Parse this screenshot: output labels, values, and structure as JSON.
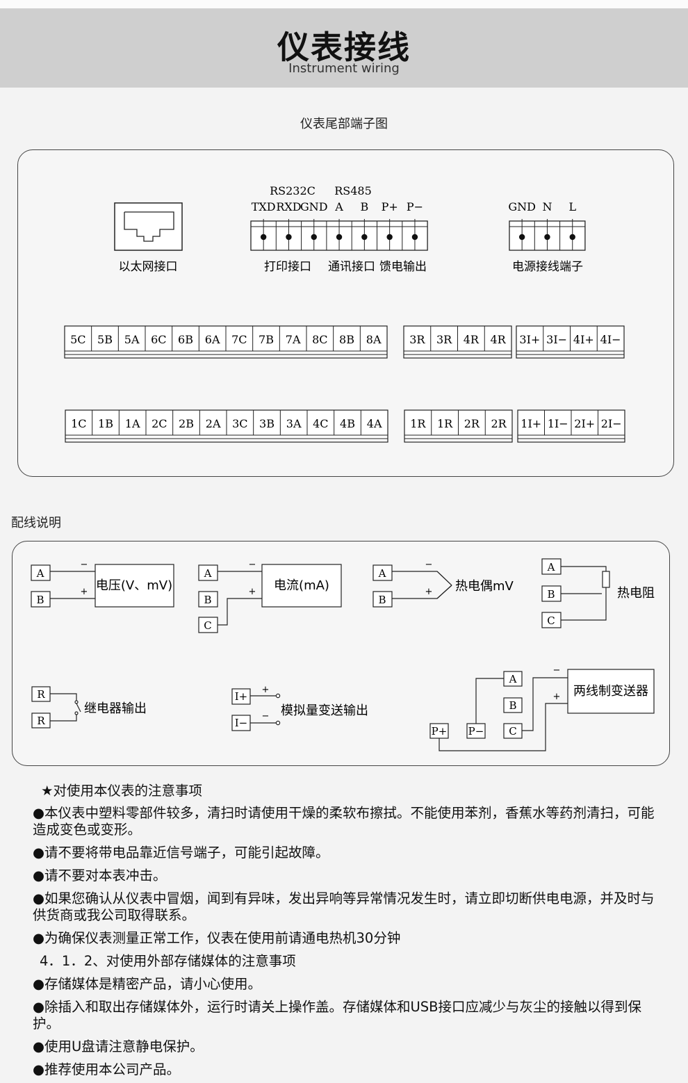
{
  "header": {
    "title": "仪表接线",
    "subtitle": "Instrument wiring"
  },
  "terminal_section": {
    "title": "仪表尾部端子图",
    "ethernet_label": "以太网接口",
    "comm_protocols": [
      "RS232C",
      "RS485"
    ],
    "comm_pins": [
      "TXD",
      "RXD",
      "GND",
      "A",
      "B",
      "P+",
      "P−"
    ],
    "comm_group_labels": [
      "打印接口",
      "通讯接口",
      "馈电输出"
    ],
    "power_pins": [
      "GND",
      "N",
      "L"
    ],
    "power_label": "电源接线端子",
    "row_top": {
      "group1": [
        "5C",
        "5B",
        "5A",
        "6C",
        "6B",
        "6A",
        "7C",
        "7B",
        "7A",
        "8C",
        "8B",
        "8A"
      ],
      "group2": [
        "3R",
        "3R",
        "4R",
        "4R"
      ],
      "group3": [
        "3I+",
        "3I−",
        "4I+",
        "4I−"
      ]
    },
    "row_bottom": {
      "group1": [
        "1C",
        "1B",
        "1A",
        "2C",
        "2B",
        "2A",
        "3C",
        "3B",
        "3A",
        "4C",
        "4B",
        "4A"
      ],
      "group2": [
        "1R",
        "1R",
        "2R",
        "2R"
      ],
      "group3": [
        "1I+",
        "1I−",
        "2I+",
        "2I−"
      ]
    }
  },
  "wiring_section": {
    "title": "配线说明",
    "voltage": {
      "pins": [
        "A",
        "B"
      ],
      "minus": "−",
      "plus": "+",
      "label": "电压(V、mV)"
    },
    "current": {
      "pins": [
        "A",
        "B",
        "C"
      ],
      "minus": "−",
      "plus": "+",
      "label": "电流(mA)"
    },
    "thermocouple": {
      "pins": [
        "A",
        "B"
      ],
      "minus": "−",
      "plus": "+",
      "label": "热电偶mV"
    },
    "rtd": {
      "pins": [
        "A",
        "B",
        "C"
      ],
      "label": "热电阻"
    },
    "relay": {
      "pins": [
        "R",
        "R"
      ],
      "label": "继电器输出"
    },
    "analog_out": {
      "pins": [
        "I+",
        "I−"
      ],
      "plus": "+",
      "minus": "−",
      "label": "模拟量变送输出"
    },
    "two_wire": {
      "pins": [
        "A",
        "B",
        "C"
      ],
      "feed_pins": [
        "P+",
        "P−"
      ],
      "minus": "−",
      "plus": "+",
      "label": "两线制变送器"
    }
  },
  "notes": [
    "★对使用本仪表的注意事项",
    "●本仪表中塑料零部件较多，清扫时请使用干燥的柔软布擦拭。不能使用苯剂，香蕉水等药剂清扫，可能造成变色或变形。",
    "●请不要将带电品靠近信号端子，可能引起故障。",
    "●请不要对本表冲击。",
    "●如果您确认从仪表中冒烟，闻到有异味，发出异响等异常情况发生时，请立即切断供电电源，并及时与供货商或我公司取得联系。",
    "●为确保仪表测量正常工作，仪表在使用前请通电热机30分钟",
    "4．1．2、对使用外部存储媒体的注意事项",
    "●存储媒体是精密产品，请小心使用。",
    "●除插入和取出存储媒体外，运行时请关上操作盖。存储媒体和USB接口应减少与灰尘的接触以得到保护。",
    "●使用U盘请注意静电保护。",
    "●推荐使用本公司产品。"
  ]
}
